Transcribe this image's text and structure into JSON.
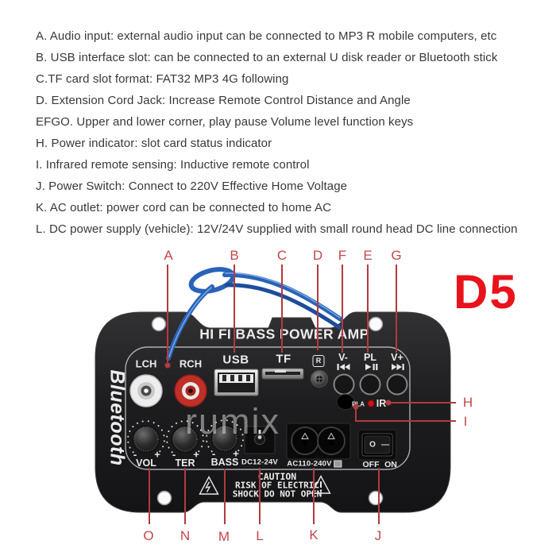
{
  "badge": "D5",
  "notes": [
    "A. Audio input: external audio input can be connected to MP3 R mobile computers, etc",
    "B. USB interface slot: can be connected to an external U disk reader or Bluetooth stick",
    "C.TF card slot format: FAT32 MP3 4G following",
    "D. Extension Cord Jack: Increase Remote Control Distance and Angle",
    "EFGO. Upper and lower corner, play pause Volume level function keys",
    "H. Power indicator: slot card status indicator",
    "I. Infrared remote sensing: Inductive remote control",
    "J. Power Switch: Connect to 220V Effective Home Voltage",
    "K. AC outlet: power cord can be connected to home AC",
    "L. DC power supply (vehicle): 12V/24V supplied with small round head DC line connection"
  ],
  "callouts": {
    "top": [
      "A",
      "B",
      "C",
      "D",
      "F",
      "E",
      "G"
    ],
    "right": [
      "H",
      "I"
    ],
    "bottom": [
      "O",
      "N",
      "M",
      "L",
      "K",
      "J"
    ]
  },
  "board": {
    "title": "HI FI BASS POWER AMP",
    "brand": "Bluetooth",
    "watermark": "rumix",
    "rca": {
      "left": "LCH",
      "right": "RCH"
    },
    "ports": {
      "usb": "USB",
      "tf": "TF",
      "remote": "R"
    },
    "media": {
      "vol_down": "V-",
      "play": "PL",
      "vol_up": "V+"
    },
    "ir": {
      "pla": "PLA",
      "ir": "IR"
    },
    "knobs": [
      {
        "label": "VOL",
        "minus": "-",
        "plus": "+"
      },
      {
        "label": "TER",
        "minus": "-",
        "plus": "+"
      },
      {
        "label": "BASS",
        "minus": "-",
        "plus": "+"
      }
    ],
    "power": {
      "dc": "DC12-24V",
      "ac": "AC110-240V",
      "off": "OFF",
      "on": "ON",
      "switch_o": "O",
      "switch_bar": "—"
    },
    "caution": [
      "CAUTION",
      "RISK OF ELECTRIC",
      "SHOCK DO NOT OPEN"
    ]
  },
  "icons": {
    "vol_down": "skip-back",
    "play": "play-pause",
    "vol_up": "skip-forward",
    "remote": "circled-r",
    "left_warning": "lightning-triangle",
    "right_warning": "exclamation-triangle",
    "ac_mark": "double-insulated-square"
  },
  "colors": {
    "annotation_red": "#b23a3f",
    "badge_red": "#e8131b",
    "wire_blue": "#2a62b8",
    "board_black": "#1b1b1d"
  }
}
